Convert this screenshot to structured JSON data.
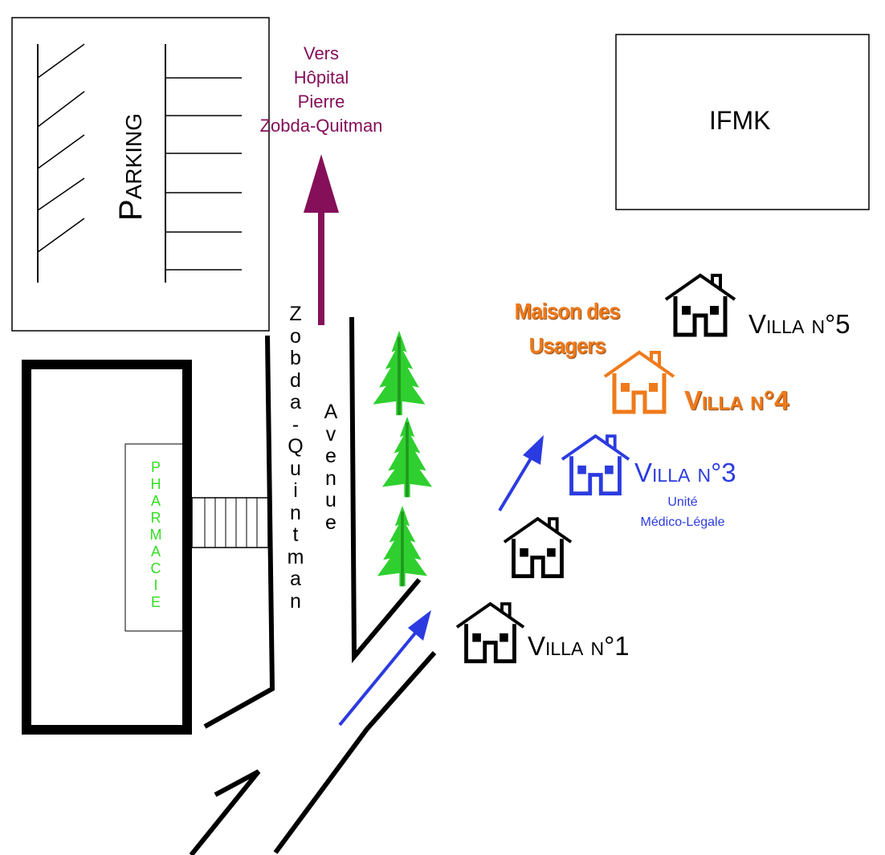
{
  "labels": {
    "parking": "Parking",
    "ifmk": "IFMK",
    "pharmacie": "PHARMACIE",
    "vers_hopital": [
      "Vers",
      "Hôpital",
      "Pierre",
      "Zobda-Quitman"
    ],
    "street_word1": "Zobda-Quintman",
    "street_word2": "Avenue",
    "maison_des_usagers": [
      "Maison des",
      "Usagers"
    ],
    "villa1": "Villa n°1",
    "villa3": "Villa n°3",
    "villa3_sub": [
      "Unité",
      "Médico-Légale"
    ],
    "villa4": "Villa n°4",
    "villa5": "Villa n°5"
  },
  "colors": {
    "black": "#000000",
    "hospital_arrow": "#850f59",
    "blue": "#2b3be0",
    "orange": "#ef7a1a",
    "green": "#33dd22",
    "tree_green": "#2fcf2f",
    "tree_trunk": "#1e9a1e"
  },
  "icons": [
    "house-icon",
    "tree-icon",
    "arrow-icon"
  ]
}
